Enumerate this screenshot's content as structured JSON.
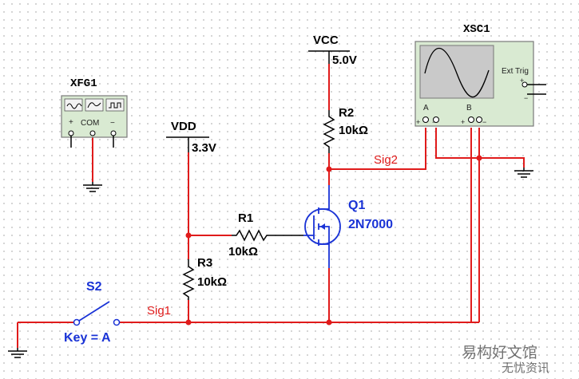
{
  "function_generator": {
    "name": "XFG1",
    "terminal_labels": {
      "plus": "+",
      "com": "COM",
      "minus": "−"
    }
  },
  "oscilloscope": {
    "name": "XSC1",
    "ext_trig_label": "Ext Trig",
    "channel_a": "A",
    "channel_b": "B",
    "plus": "+",
    "minus": "−"
  },
  "vcc": {
    "name": "VCC",
    "value": "5.0V"
  },
  "vdd": {
    "name": "VDD",
    "value": "3.3V"
  },
  "r1": {
    "name": "R1",
    "value": "10kΩ"
  },
  "r2": {
    "name": "R2",
    "value": "10kΩ"
  },
  "r3": {
    "name": "R3",
    "value": "10kΩ"
  },
  "q1": {
    "name": "Q1",
    "part": "2N7000"
  },
  "s2": {
    "name": "S2",
    "key_label": "Key = A"
  },
  "nets": {
    "sig1": "Sig1",
    "sig2": "Sig2"
  },
  "watermark": {
    "line1": "易构好文馆",
    "line2": "无忧资讯"
  },
  "colors": {
    "wire": "#e01b1b",
    "component": "#000000",
    "switch_and_mosfet": "#1a33d6",
    "instrument_panel": "#d9ead2",
    "scope_screen": "#c9c9c9"
  }
}
